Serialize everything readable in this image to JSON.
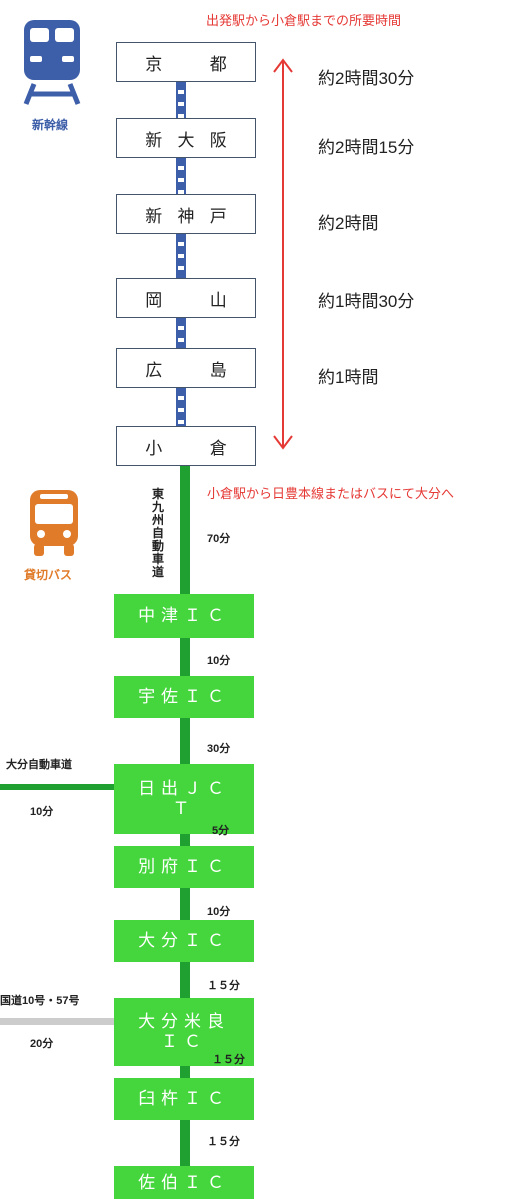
{
  "header_note": "出発駅から小倉駅までの所要時間",
  "shinkansen": {
    "label": "新幹線",
    "color": "#3d5ea8",
    "stations": [
      {
        "name": "京　都",
        "time": "約2時間30分"
      },
      {
        "name": "新大阪",
        "time": "約2時間15分"
      },
      {
        "name": "新神戸",
        "time": "約2時間"
      },
      {
        "name": "岡　山",
        "time": "約1時間30分"
      },
      {
        "name": "広　島",
        "time": "約1時間"
      },
      {
        "name": "小　倉",
        "time": ""
      }
    ]
  },
  "bus_note": "小倉駅から日豊本線またはバスにて大分へ",
  "bus": {
    "label": "貸切バス",
    "color": "#e07b2a",
    "expressway": "東九州自動車道",
    "first_leg": "70分",
    "stops": [
      {
        "name": "中津ＩＣ",
        "after": "10分"
      },
      {
        "name": "宇佐ＩＣ",
        "after": "30分"
      },
      {
        "name": "日出ＪＣＴ",
        "after": "5分"
      },
      {
        "name": "別府ＩＣ",
        "after": "10分"
      },
      {
        "name": "大分ＩＣ",
        "after": "１５分"
      },
      {
        "name": "大分米良ＩＣ",
        "after": "１５分"
      },
      {
        "name": "臼杵ＩＣ",
        "after": "１５分"
      },
      {
        "name": "佐伯ＩＣ",
        "after": ""
      }
    ]
  },
  "branches": {
    "oita_expressway": {
      "label": "大分自動車道",
      "time": "10分"
    },
    "national_route": {
      "label": "国道10号・57号",
      "time": "20分"
    }
  },
  "colors": {
    "accent_red": "#e53935",
    "green": "#44d63c",
    "dark_green": "#1fa030",
    "gray_road": "#cccccc"
  }
}
